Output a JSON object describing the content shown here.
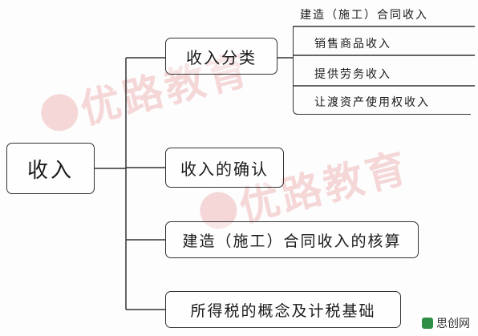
{
  "watermark": {
    "text": "优路教育",
    "color": "#d0202a"
  },
  "corner_mark": {
    "text": "思创网",
    "icon": "brand-logo-icon"
  },
  "root": {
    "label": "收入"
  },
  "branches": [
    {
      "label": "收入分类",
      "children": [
        "建造（施工）合同收入",
        "销售商品收入",
        "提供劳务收入",
        "让渡资产使用权收入"
      ]
    },
    {
      "label": "收入的确认"
    },
    {
      "label": "建造（施工）合同收入的核算"
    },
    {
      "label": "所得税的概念及计税基础"
    }
  ]
}
